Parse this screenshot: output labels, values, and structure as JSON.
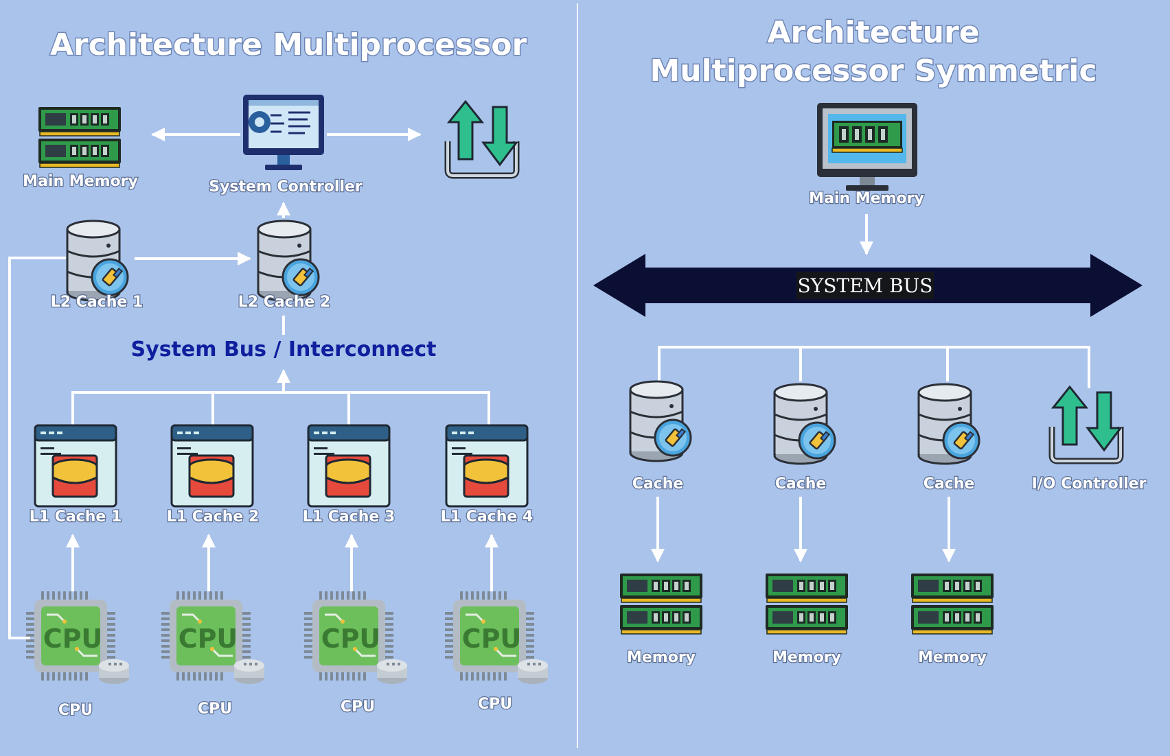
{
  "left": {
    "title": "Architecture Multiprocessor",
    "main_memory": "Main Memory",
    "system_controller": "System Controller",
    "l2_cache_1": "L2 Cache 1",
    "l2_cache_2": "L2 Cache 2",
    "bus": "System Bus / Interconnect",
    "l1_caches": [
      "L1 Cache 1",
      "L1 Cache 2",
      "L1 Cache 3",
      "L1 Cache 4"
    ],
    "cpu_chip_text": "CPU",
    "cpus": [
      "CPU",
      "CPU",
      "CPU",
      "CPU"
    ]
  },
  "right": {
    "title_line1": "Architecture",
    "title_line2": "Multiprocessor Symmetric",
    "main_memory": "Main Memory",
    "system_bus": "SYSTEM BUS",
    "caches": [
      "Cache",
      "Cache",
      "Cache"
    ],
    "io_controller": "I/O Controller",
    "memories": [
      "Memory",
      "Memory",
      "Memory"
    ]
  },
  "icons": [
    "ram-icon",
    "monitor-icon",
    "io-transfer-icon",
    "database-cache-icon",
    "l1-cache-window-icon",
    "cpu-chip-icon"
  ],
  "colors": {
    "background": "#aac3eb",
    "bus_arrow": "#0b0f33",
    "bus_text": "#0f1f9e",
    "ram_green": "#2f9a4a",
    "io_green": "#2fbf8f"
  }
}
